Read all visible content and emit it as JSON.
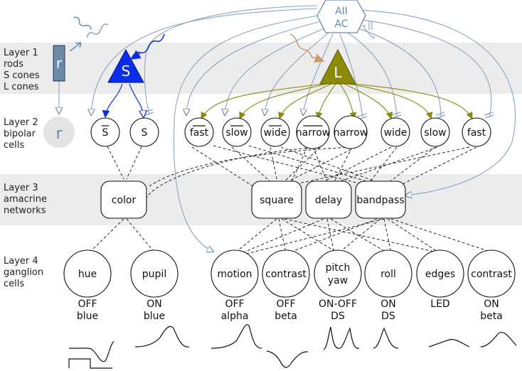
{
  "layers": [
    {
      "id": "layer1",
      "lines": [
        "Layer 1",
        "rods",
        "S cones",
        "L cones"
      ]
    },
    {
      "id": "layer2",
      "lines": [
        "Layer 2",
        "bipolar",
        "cells"
      ]
    },
    {
      "id": "layer3",
      "lines": [
        "Layer 3",
        "amacrine",
        "networks"
      ]
    },
    {
      "id": "layer4",
      "lines": [
        "Layer 4",
        "ganglion",
        "cells"
      ]
    }
  ],
  "aii": {
    "lines": [
      "AII",
      "AC"
    ]
  },
  "photoreceptors": {
    "rod": "r",
    "s_cone": "S",
    "l_cone": "L"
  },
  "layer2_rod": "r",
  "bipolar": [
    "S",
    "S",
    "fast",
    "slow",
    "wide",
    "narrow",
    "narrow",
    "wide",
    "slow",
    "fast"
  ],
  "bipolar_overbar": [
    true,
    false,
    true,
    true,
    true,
    true,
    false,
    false,
    false,
    false
  ],
  "amacrine": [
    "color",
    "square",
    "delay",
    "bandpass"
  ],
  "ganglion": [
    {
      "label": [
        "hue"
      ],
      "type": [
        "OFF",
        "blue"
      ]
    },
    {
      "label": [
        "pupil"
      ],
      "type": [
        "ON",
        "blue"
      ]
    },
    {
      "label": [
        "motion"
      ],
      "type": [
        "OFF",
        "alpha"
      ]
    },
    {
      "label": [
        "contrast"
      ],
      "type": [
        "OFF",
        "beta"
      ]
    },
    {
      "label": [
        "pitch",
        "yaw"
      ],
      "type": [
        "ON-OFF",
        "DS"
      ]
    },
    {
      "label": [
        "roll"
      ],
      "type": [
        "ON",
        "DS"
      ]
    },
    {
      "label": [
        "edges"
      ],
      "type": [
        "LED"
      ]
    },
    {
      "label": [
        "contrast"
      ],
      "type": [
        "ON",
        "beta"
      ]
    }
  ],
  "colors": {
    "rod": "#6b89a8",
    "s_cone": "#0a2ee8",
    "l_cone": "#8c8a0a",
    "aii": "#6b89a8",
    "band": "#ececec",
    "gray_node": "#e4e4e4",
    "wavy_light": "#c99a6a"
  }
}
